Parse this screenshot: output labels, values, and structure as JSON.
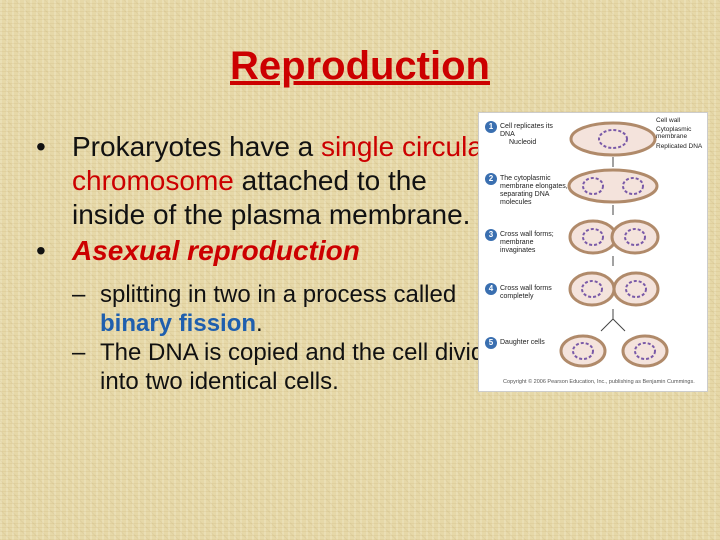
{
  "title": "Reproduction",
  "bullet_symbol": "•",
  "dash_symbol": "–",
  "bullets": [
    {
      "pre": "Prokaryotes have a ",
      "highlight": "single",
      "highlight2": "circular chromosome",
      "post": "attached to the inside of the plasma membrane."
    },
    {
      "text": "Asexual reproduction"
    }
  ],
  "subbullets": [
    {
      "pre": "splitting in two in a process called ",
      "highlight": "binary fission",
      "post": "."
    },
    {
      "text": "The DNA is copied and the cell divides into two identical cells."
    }
  ],
  "figure": {
    "steps": [
      {
        "num": "1",
        "label": "Cell replicates its DNA"
      },
      {
        "num": "2",
        "label": "The cytoplasmic membrane elongates, separating DNA molecules"
      },
      {
        "num": "3",
        "label": "Cross wall forms; membrane invaginates"
      },
      {
        "num": "4",
        "label": "Cross wall forms completely"
      },
      {
        "num": "5",
        "label": "Daughter cells"
      }
    ],
    "nucleoid_label": "Nucleoid",
    "right_labels": [
      "Cell wall",
      "Cytoplasmic membrane",
      "Replicated DNA"
    ],
    "copyright": "Copyright © 2006 Pearson Education, Inc., publishing as Benjamin Cummings.",
    "colors": {
      "cell_fill": "#f4e3dc",
      "cell_wall": "#b08a6a",
      "dna": "#7a5aa8",
      "step_number": "#3a6fb0"
    }
  }
}
